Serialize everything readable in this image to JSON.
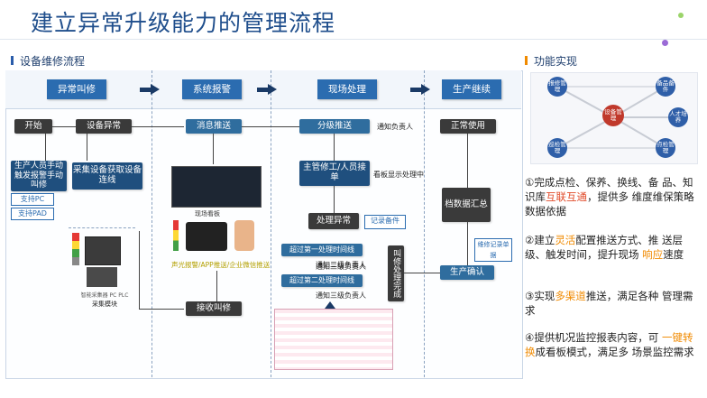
{
  "title": "建立异常升级能力的管理流程",
  "left_section": {
    "heading": "设备维修流程"
  },
  "right_section": {
    "heading": "功能实现"
  },
  "phases": [
    "异常叫修",
    "系统报警",
    "现场处理",
    "生产继续"
  ],
  "nodes": {
    "start": "开始",
    "equip_abnormal": "设备异常",
    "operator_trigger": "生产人员手动触发报警手动叫修",
    "auto_collect": "采集设备获取设备连线",
    "support_pc": "支持PC",
    "support_pad": "支持PAD",
    "collect_caption": "采集模块",
    "collect_sub": "智能采集器 PC PLC",
    "msg_push": "消息推送",
    "screen_caption": "现场看板",
    "push_channels": "声光报警/APP推送/企业微信推送",
    "receive_repair": "接收叫修",
    "tiered_push": "分级推送",
    "notify_person": "通知负责人",
    "supervisor_handle": "主管修工/人员接单",
    "board_display": "看板显示处理中",
    "handle_abnormal": "处理异常",
    "repair_record": "记录备件",
    "timeout_1": "超过第一处理时间线",
    "notify_1": "通知二级负责人",
    "timeout_2": "超过第二处理时间线",
    "notify_2": "通知三级负责人",
    "notify_3": "通知三级负责人",
    "call_close": "叫修处理完成",
    "normal_use": "正常使用",
    "archive": "档数据汇总",
    "prod_confirm": "生产确认",
    "feedback": "维修记录单据"
  },
  "hub": {
    "center": "设备管理",
    "nodes": [
      "报修管理",
      "备品备件",
      "人才培养",
      "巡检管理",
      "点检管理"
    ]
  },
  "features": [
    {
      "num": "①",
      "pre": "完成点检、保养、换线、备 品、知识库",
      "hl": "互联互通",
      "post": "，提供多 维度维保策略数据依据"
    },
    {
      "num": "②",
      "pre": "建立",
      "hl": "灵活",
      "mid": "配置推送方式、推 送层级、触发时间，提升现场 ",
      "hl2": "响应",
      "post": "速度"
    },
    {
      "num": "③",
      "pre": "实现",
      "hl": "多渠道",
      "post": "推送，满足各种 管理需求"
    },
    {
      "num": "④",
      "pre": "提供机况监控报表内容，可 ",
      "hl": "一键转换",
      "post": "成看板模式，满足多 场景监控需求"
    }
  ],
  "colors": {
    "title": "#1f4e8c",
    "phase": "#2b6cb0",
    "node": "#2f6d9e",
    "accent_orange": "#f08a00"
  }
}
